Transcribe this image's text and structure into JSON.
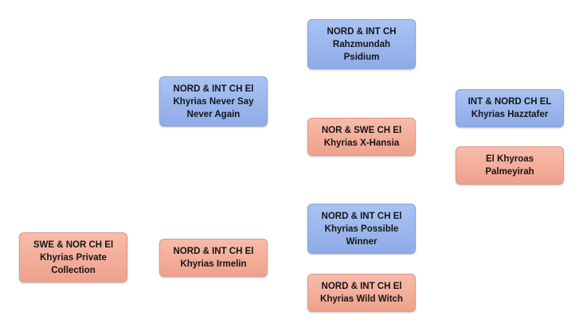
{
  "pedigree": {
    "subject": {
      "name": "SWE & NOR CH El\nKhyrias Private\nCollection"
    },
    "sire": {
      "name": "NORD & INT CH El\nKhyrias Never Say\nNever Again"
    },
    "dam": {
      "name": "NORD & INT CH El\nKhyrias Irmelin"
    },
    "sire_sire": {
      "name": "NORD & INT CH\nRahzmundah\nPsidium"
    },
    "sire_dam": {
      "name": "NOR & SWE CH El\nKhyrias X-Hansia"
    },
    "dam_sire": {
      "name": "NORD & INT CH El\nKhyrias Possible\nWinner"
    },
    "dam_dam": {
      "name": "NORD & INT CH El\nKhyrias Wild Witch"
    },
    "sire_dam_sire": {
      "name": "INT & NORD CH EL\nKhyrias Hazztafer"
    },
    "sire_dam_dam": {
      "name": "El Khyroas\nPalmeyirah"
    }
  }
}
